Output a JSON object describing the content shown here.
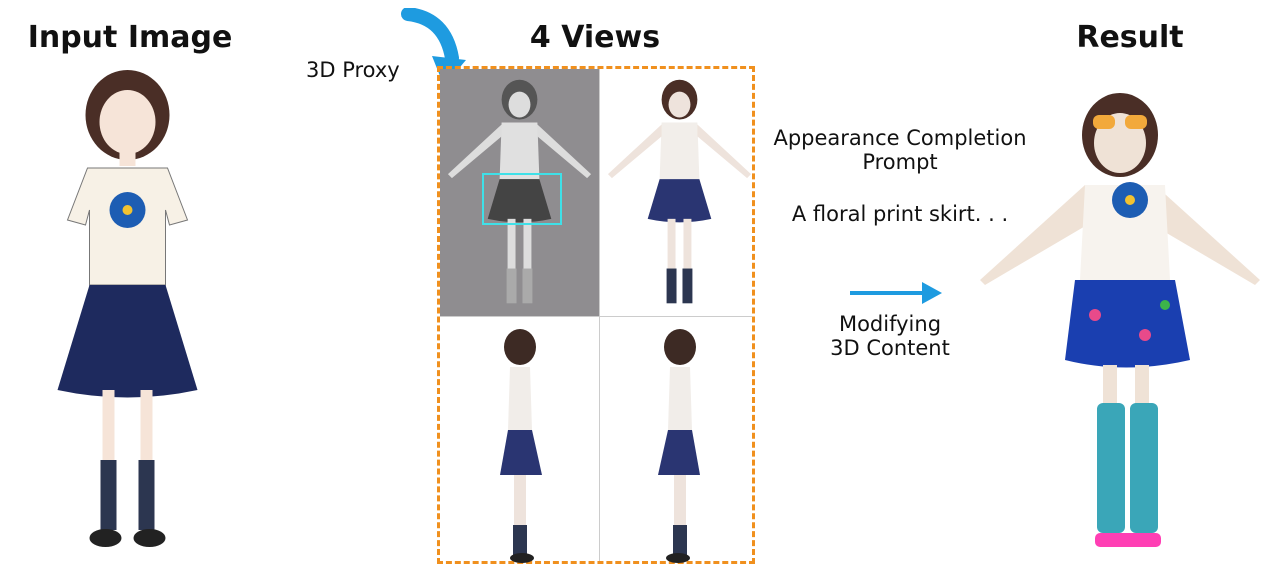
{
  "titles": {
    "input": "Input Image",
    "views": "4 Views",
    "result": "Result"
  },
  "labels": {
    "proxy": "3D Proxy",
    "prompt_heading_1": "Appearance Completion",
    "prompt_heading_2": "Prompt",
    "prompt_text": "A floral print skirt. . .",
    "modify_1": "Modifying",
    "modify_2": "3D Content"
  },
  "colors": {
    "accent_blue": "#1e9be0",
    "dashed_border": "#f0901e",
    "proxy_bg": "#8f8d90",
    "highlight": "#3fe0e8"
  }
}
